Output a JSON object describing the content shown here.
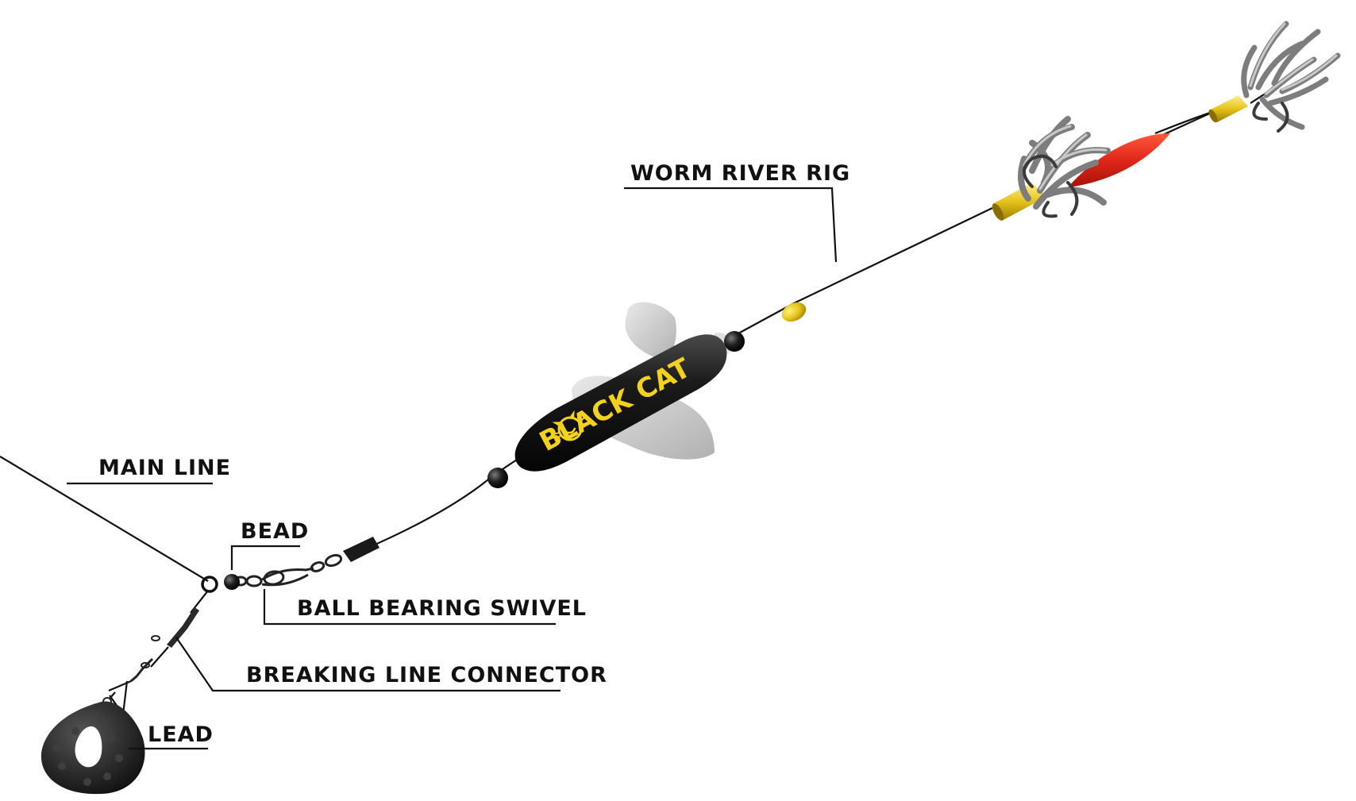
{
  "labels": {
    "worm_river_rig": "WORM RIVER RIG",
    "main_line": "MAIN LINE",
    "bead": "BEAD",
    "ball_bearing_swivel": "BALL BEARING SWIVEL",
    "breaking_line_connector": "BREAKING LINE CONNECTOR",
    "lead": "LEAD"
  },
  "float": {
    "brand_text": "BLACK CAT"
  },
  "colors": {
    "line": "#111111",
    "float_body": "#1a1a1a",
    "brand_accent": "#f2d21b",
    "worm_gray": "#8c8c8c",
    "worm_highlight": "#c9c9c9",
    "fin_gray": "#c8c8c8",
    "yellow_sleeve": "#e6c21a",
    "red_rattle": "#e8301c",
    "lead_black": "#1c1c1c"
  }
}
